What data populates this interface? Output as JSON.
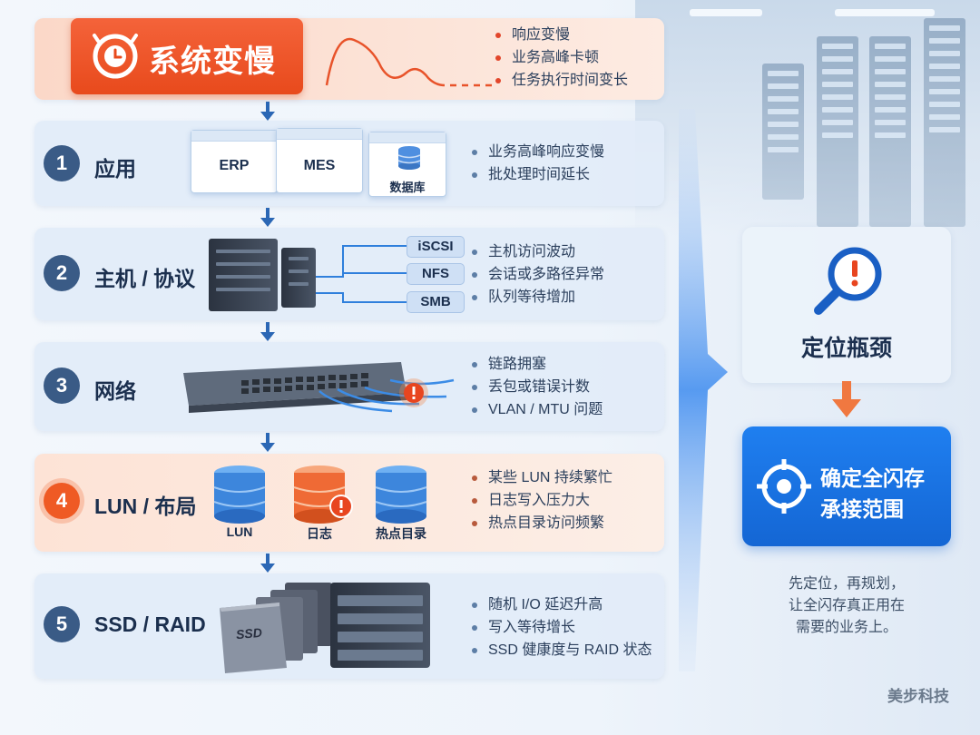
{
  "header": {
    "title": "系统变慢",
    "bullets": [
      "响应变慢",
      "业务高峰卡顿",
      "任务执行时间变长"
    ]
  },
  "steps": [
    {
      "num": "1",
      "title": "应用",
      "items": [
        "ERP",
        "MES",
        "数据库"
      ],
      "bullets": [
        "业务高峰响应变慢",
        "批处理时间延长"
      ]
    },
    {
      "num": "2",
      "title": "主机 / 协议",
      "items": [
        "iSCSI",
        "NFS",
        "SMB"
      ],
      "bullets": [
        "主机访问波动",
        "会话或多路径异常",
        "队列等待增加"
      ]
    },
    {
      "num": "3",
      "title": "网络",
      "items": [],
      "bullets": [
        "链路拥塞",
        "丢包或错误计数",
        "VLAN / MTU 问题"
      ]
    },
    {
      "num": "4",
      "title": "LUN / 布局",
      "items": [
        "LUN",
        "日志",
        "热点目录"
      ],
      "bullets": [
        "某些 LUN 持续繁忙",
        "日志写入压力大",
        "热点目录访问频繁"
      ]
    },
    {
      "num": "5",
      "title": "SSD / RAID",
      "items": [
        "SSD"
      ],
      "bullets": [
        "随机 I/O 延迟升高",
        "写入等待增长",
        "SSD 健康度与 RAID 状态"
      ]
    }
  ],
  "side": {
    "locate": "定位瓶颈",
    "confirm_line1": "确定全闪存",
    "confirm_line2": "承接范围",
    "note_line1": "先定位，再规划，",
    "note_line2": "让全闪存真正用在",
    "note_line3": "需要的业务上。"
  },
  "brand": "美步科技",
  "colors": {
    "accent_orange": "#ef5a24",
    "accent_blue": "#1a73e8",
    "navy": "#3a5b86"
  }
}
